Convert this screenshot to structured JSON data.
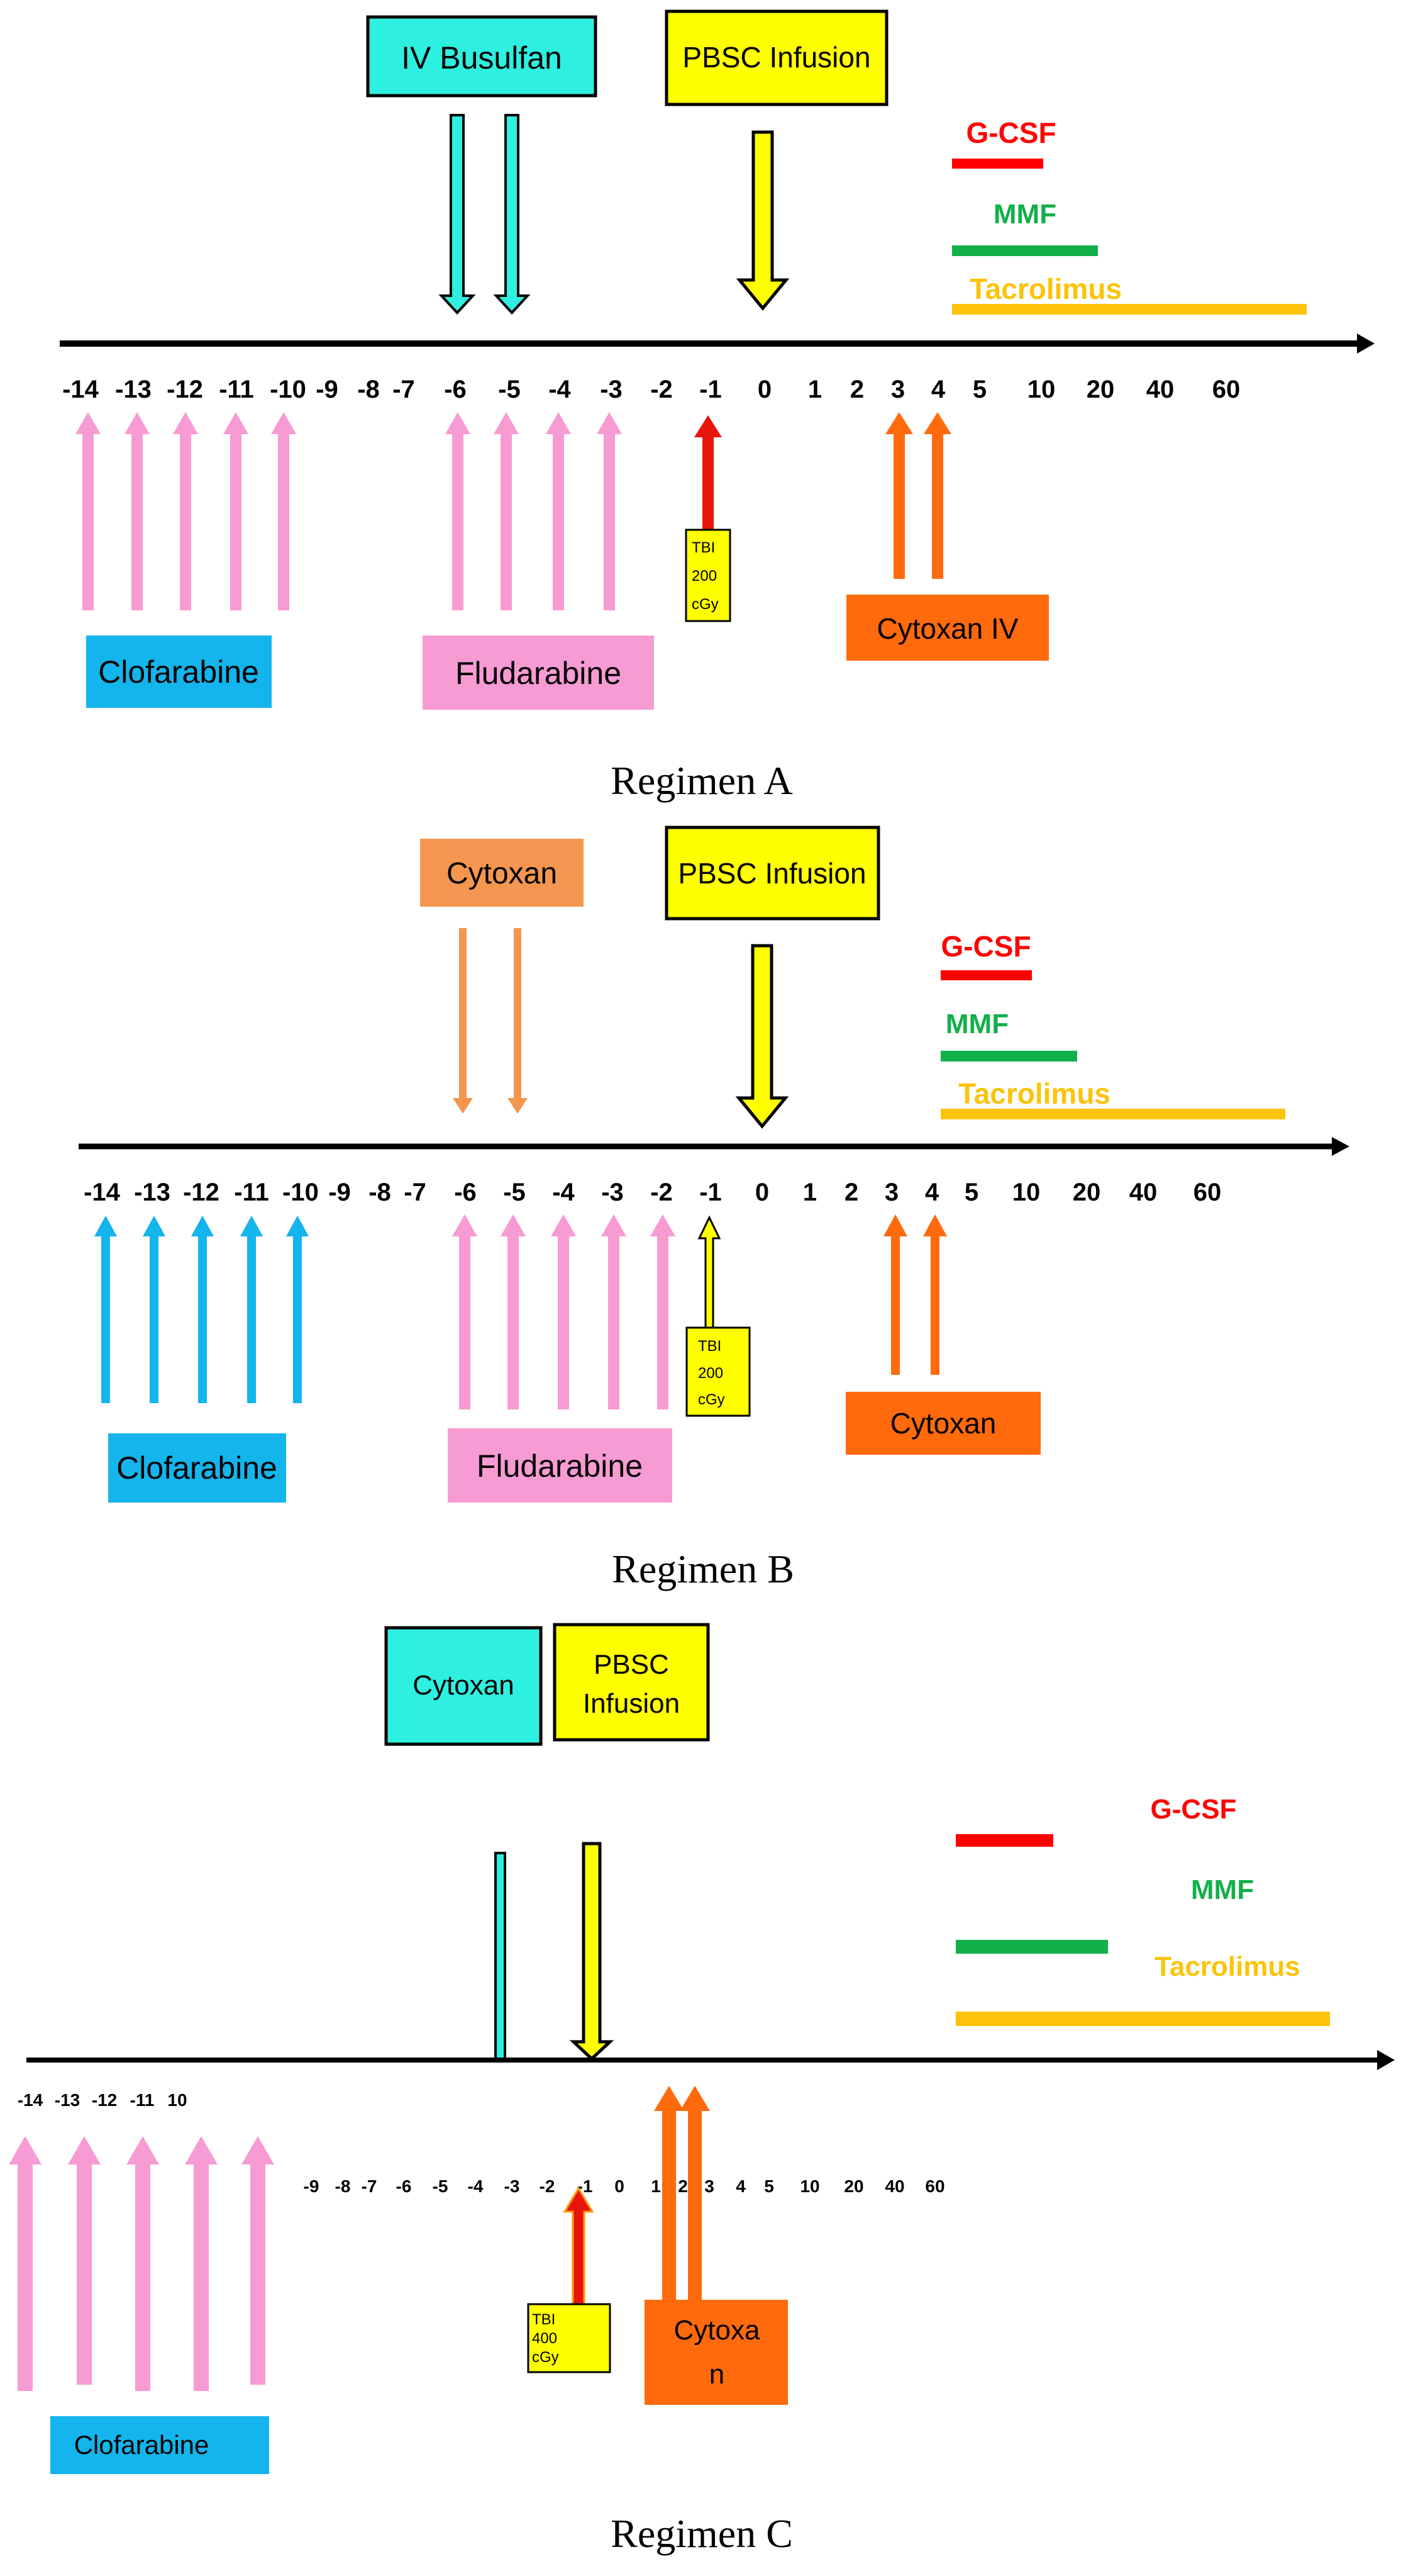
{
  "regimens": [
    {
      "caption": "Regimen A",
      "top_labels": [
        "IV Busulfan",
        "PBSC Infusion"
      ],
      "ticks": [
        "-14",
        "-13",
        "-12",
        "-11",
        "-10",
        "-9",
        "-8",
        "-7",
        "-6",
        "-5",
        "-4",
        "-3",
        "-2",
        "-1",
        "0",
        "1",
        "2",
        "3",
        "4",
        "5",
        "10",
        "20",
        "40",
        "60"
      ],
      "bars": [
        "G-CSF",
        "MMF",
        "Tacrolimus"
      ],
      "tbi": [
        "TBI",
        "200",
        "cGy"
      ],
      "bottom_labels": [
        "Clofarabine",
        "Fludarabine",
        "Cytoxan IV"
      ]
    },
    {
      "caption": "Regimen B",
      "top_labels": [
        "Cytoxan",
        "PBSC Infusion"
      ],
      "ticks": [
        "-14",
        "-13",
        "-12",
        "-11",
        "-10",
        "-9",
        "-8",
        "-7",
        "-6",
        "-5",
        "-4",
        "-3",
        "-2",
        "-1",
        "0",
        "1",
        "2",
        "3",
        "4",
        "5",
        "10",
        "20",
        "40",
        "60"
      ],
      "bars": [
        "G-CSF",
        "MMF",
        "Tacrolimus"
      ],
      "tbi": [
        "TBI",
        "200",
        "cGy"
      ],
      "bottom_labels": [
        "Clofarabine",
        "Fludarabine",
        "Cytoxan"
      ]
    },
    {
      "caption": "Regimen C",
      "top_labels": [
        "Cytoxan",
        "PBSC",
        "Infusion"
      ],
      "ticks_left": [
        "-14",
        "-13",
        "-12",
        "-11",
        "10"
      ],
      "ticks": [
        "-9",
        "-8",
        "-7",
        "-6",
        "-5",
        "-4",
        "-3",
        "-2",
        "-1",
        "0",
        "1",
        "2",
        "3",
        "4",
        "5",
        "10",
        "20",
        "40",
        "60"
      ],
      "bars": [
        "G-CSF",
        "MMF",
        "Tacrolimus"
      ],
      "tbi": [
        "TBI",
        "400",
        "cGy"
      ],
      "bottom_labels": [
        "Cytoxa",
        "n",
        "Clofarabine"
      ]
    }
  ],
  "colors": {
    "pink": "#f79bd3",
    "cyan": "#2ef0e0",
    "yellow": "#ffff00",
    "orange": "#ff6a0d",
    "light_orange": "#f4964f",
    "blue": "#14b4ec",
    "red": "#ff0000",
    "green": "#12b04a",
    "gold": "#fcc30a"
  }
}
